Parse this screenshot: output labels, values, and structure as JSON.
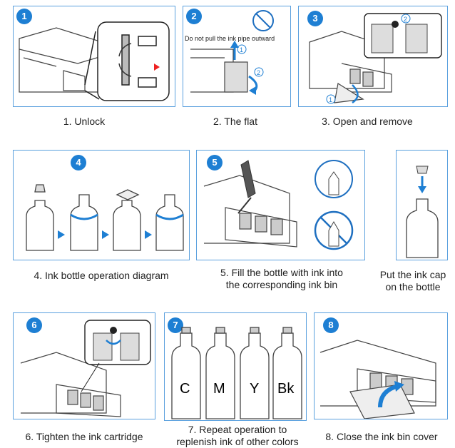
{
  "steps": [
    {
      "num": "1",
      "caption": "1. Unlock"
    },
    {
      "num": "2",
      "caption": "2. The flat",
      "note": "Do not pull the ink pipe outward",
      "marks": [
        "1",
        "2"
      ]
    },
    {
      "num": "3",
      "caption": "3. Open and remove",
      "marks": [
        "2",
        "1"
      ]
    },
    {
      "num": "4",
      "caption": "4. Ink bottle operation diagram"
    },
    {
      "num": "5",
      "caption_l1": "5. Fill the bottle with ink into",
      "caption_l2": "the corresponding ink bin"
    },
    {
      "caption_l1": "Put the ink cap",
      "caption_l2": "on the bottle"
    },
    {
      "num": "6",
      "caption": "6. Tighten the ink cartridge"
    },
    {
      "num": "7",
      "caption_l1": "7. Repeat operation to",
      "caption_l2": "replenish ink of other colors",
      "colors": [
        "C",
        "M",
        "Y",
        "Bk"
      ]
    },
    {
      "num": "8",
      "caption": "8. Close the ink bin cover"
    }
  ],
  "colors": {
    "accent": "#1e7fd3",
    "border": "#5aa0de",
    "prohibit": "#1e6fc0"
  }
}
